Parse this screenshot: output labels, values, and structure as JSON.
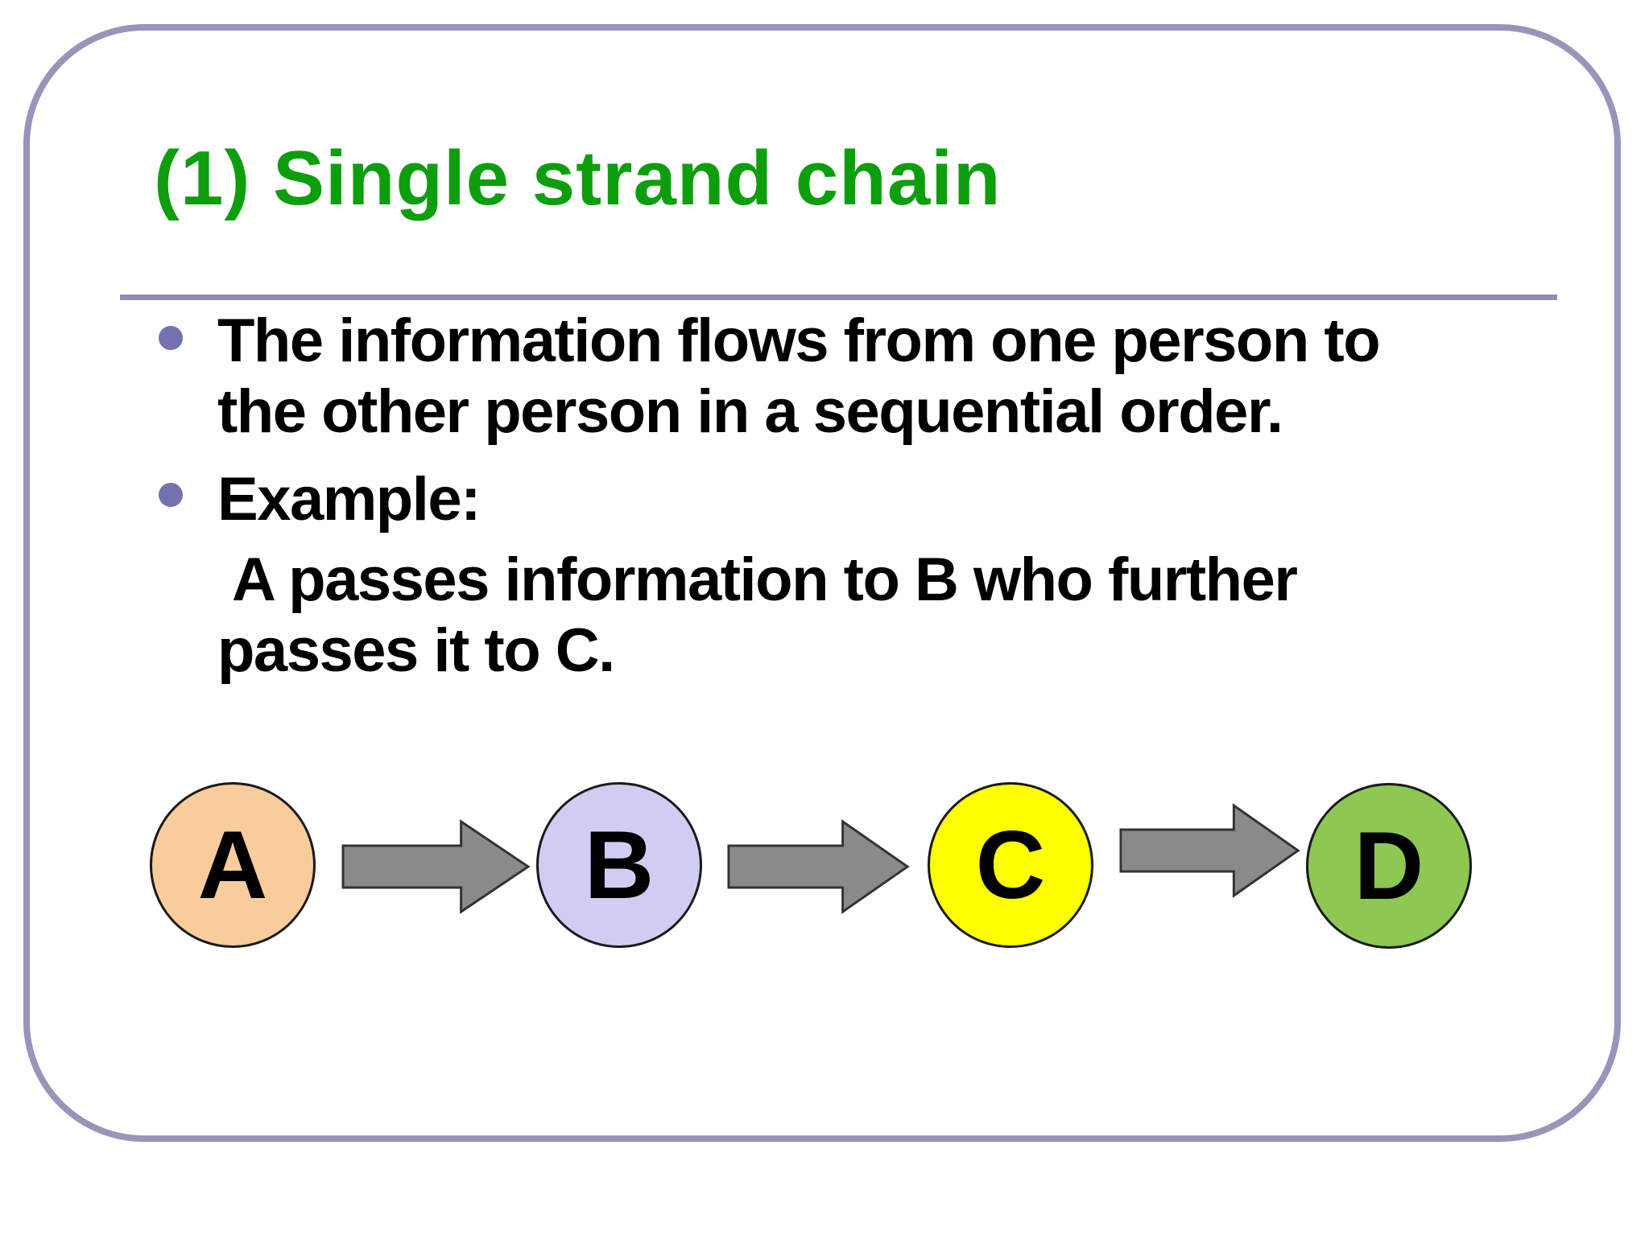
{
  "slide": {
    "title": "(1) Single strand chain",
    "title_color": "#0d9e0d",
    "frame_color": "#9795ba",
    "separator_color": "#8f8fb4",
    "bullet_color": "#7472ae",
    "text_color": "#000000",
    "bullets": [
      {
        "line1": "The information flows from one person to",
        "line2": "the other person in a sequential order."
      },
      {
        "line1": "Example:"
      }
    ],
    "example": {
      "line1": "A passes information to B who further",
      "line2": "passes it to C."
    }
  },
  "diagram": {
    "nodes": [
      {
        "label": "A",
        "color": "#f9cc9c"
      },
      {
        "label": "B",
        "color": "#cfcef2"
      },
      {
        "label": "C",
        "color": "#ffff00"
      },
      {
        "label": "D",
        "color": "#8dc853"
      }
    ],
    "arrow_fill": "#8a8a8a",
    "arrow_outline": "#333333",
    "node_border_color": "#1a1a1a",
    "node_label_color": "#000000"
  }
}
